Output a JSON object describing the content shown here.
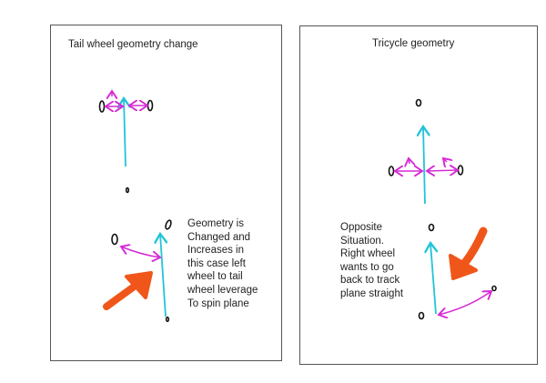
{
  "panels": [
    {
      "title": "Tail wheel geometry change",
      "note": "Geometry is\nChanged and\nIncreases in\nthis case left\nwheel to tail\nwheel leverage\nTo spin plane"
    },
    {
      "title": "Tricycle geometry",
      "note": "Opposite\nSituation.\nRight wheel\nwants to go\nback to track\nplane straight"
    }
  ],
  "colors": {
    "heading": "#22c4d8",
    "force": "#d62ad6",
    "big_arrow": "#f0561a",
    "wheel": "#111111"
  }
}
